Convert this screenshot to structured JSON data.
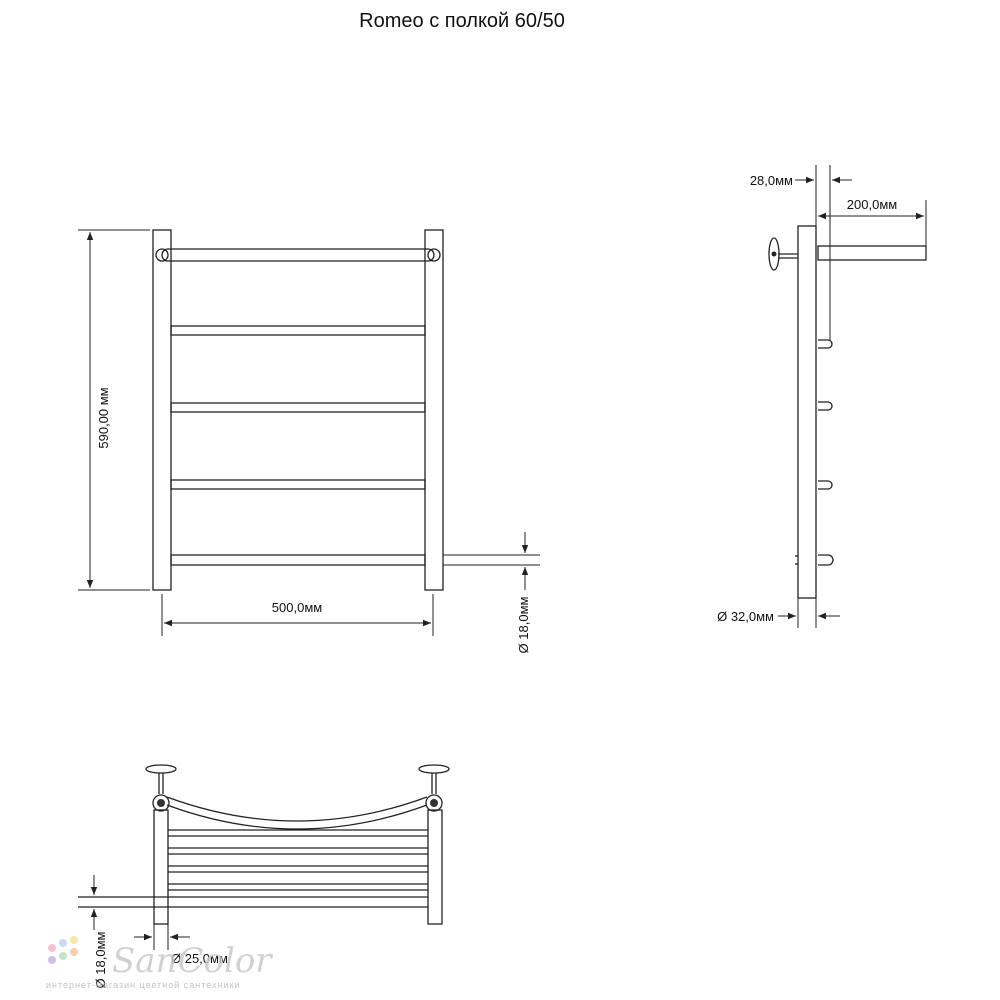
{
  "title": "Romeo с полкой 60/50",
  "dimensions": {
    "height": "590,00 мм",
    "width": "500,0мм",
    "tube_diameter": "Ø 18,0мм",
    "wall_gap": "28,0мм",
    "shelf_depth": "200,0мм",
    "post_diameter": "Ø 32,0мм",
    "bottom_tube_diameter": "Ø 18,0мм",
    "bottom_shelf_diameter": "Ø 25,0мм"
  },
  "watermark": {
    "brand": "SanColor",
    "tagline": "интернет-магазин цветной сантехники",
    "dot_colors": [
      "#f7b6c8",
      "#b9d7f2",
      "#f7e39c",
      "#c8b4ec",
      "#b7e3c2",
      "#f5c7a0"
    ]
  }
}
